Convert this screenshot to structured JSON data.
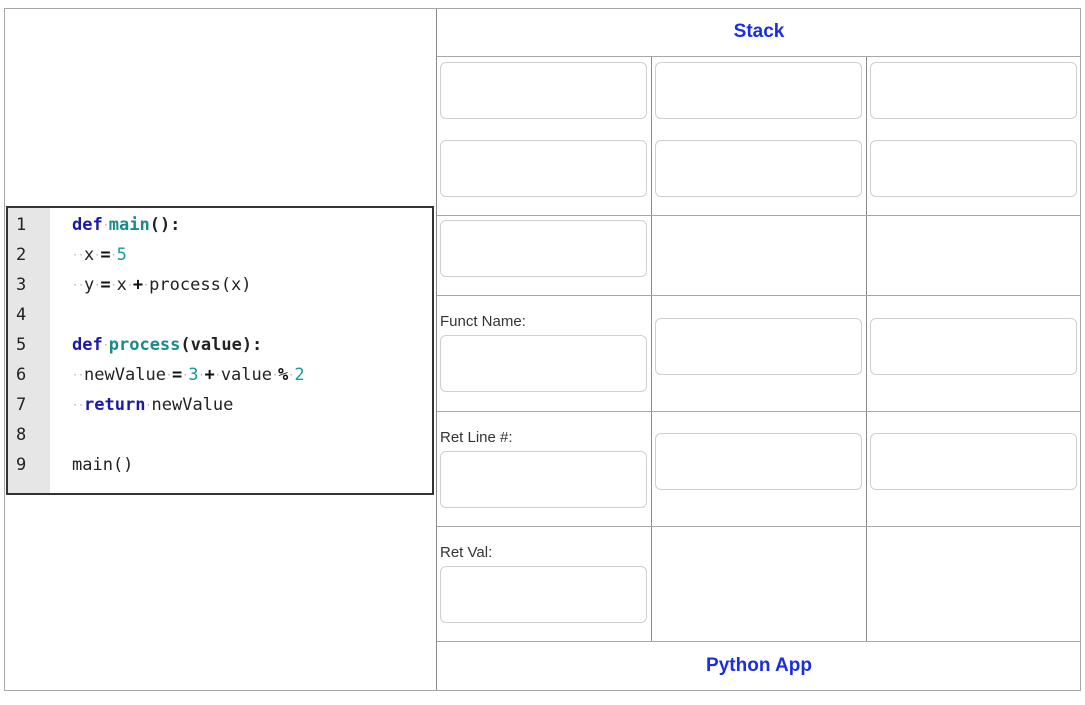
{
  "code": {
    "lines": [
      {
        "num": "1"
      },
      {
        "num": "2"
      },
      {
        "num": "3"
      },
      {
        "num": "4"
      },
      {
        "num": "5"
      },
      {
        "num": "6"
      },
      {
        "num": "7"
      },
      {
        "num": "8"
      },
      {
        "num": "9"
      }
    ],
    "tokens": {
      "def": "def",
      "main": "main",
      "open_close_colon": "():",
      "x": "x",
      "eq": "=",
      "five": "5",
      "y": "y",
      "plus": "+",
      "process_call": "process(x)",
      "process": "process",
      "value_param": "(value):",
      "newValue": "newValue",
      "three": "3",
      "value": "value",
      "mod": "%",
      "two": "2",
      "return": "return",
      "main_call": "main()"
    }
  },
  "stack": {
    "header": "Stack",
    "funct_name_label": "Funct Name:",
    "ret_line_label": "Ret Line #:",
    "ret_val_label": "Ret Val:"
  },
  "footer": {
    "label": "Python App"
  }
}
